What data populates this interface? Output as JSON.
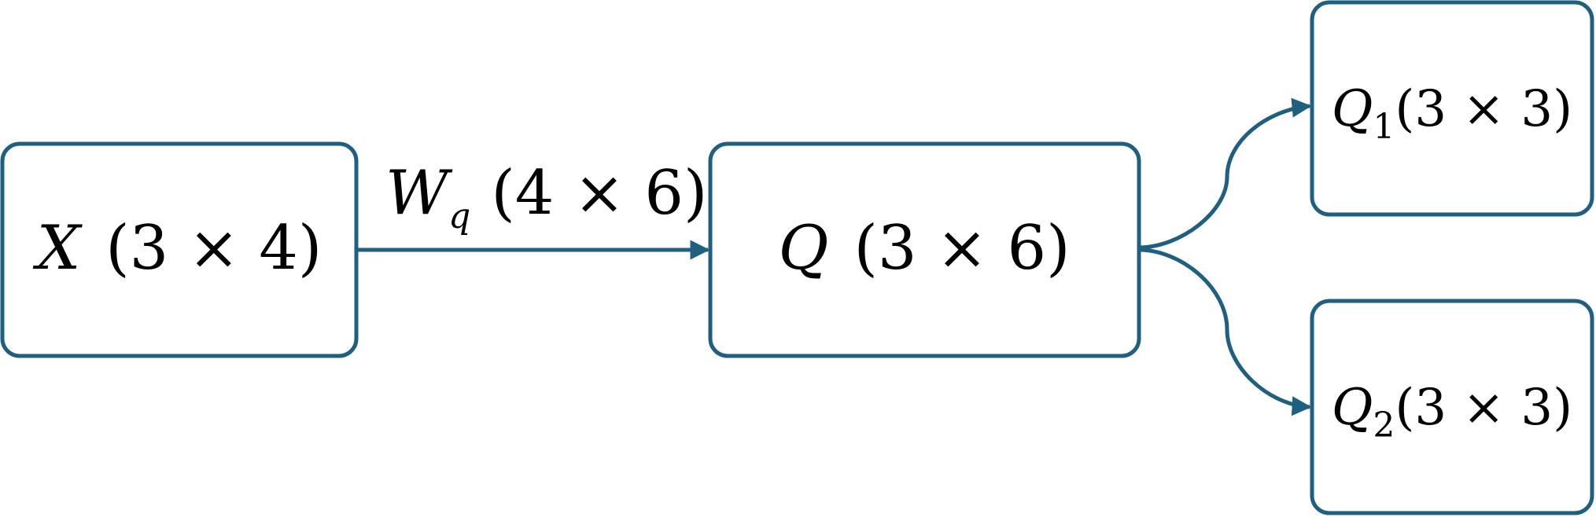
{
  "nodes": {
    "x": {
      "symbol": "X",
      "dims": "(3 × 4)"
    },
    "q": {
      "symbol": "Q",
      "dims": "(3 × 6)"
    },
    "q1": {
      "symbol": "Q",
      "subscript": "1",
      "dims": "(3 × 3)"
    },
    "q2": {
      "symbol": "Q",
      "subscript": "2",
      "dims": "(3 × 3)"
    }
  },
  "edges": {
    "x_to_q": {
      "symbol": "W",
      "subscript": "q",
      "dims": "(4 × 6)"
    }
  },
  "colors": {
    "stroke": "#1f5f80",
    "text": "#000000",
    "background": "#ffffff"
  }
}
